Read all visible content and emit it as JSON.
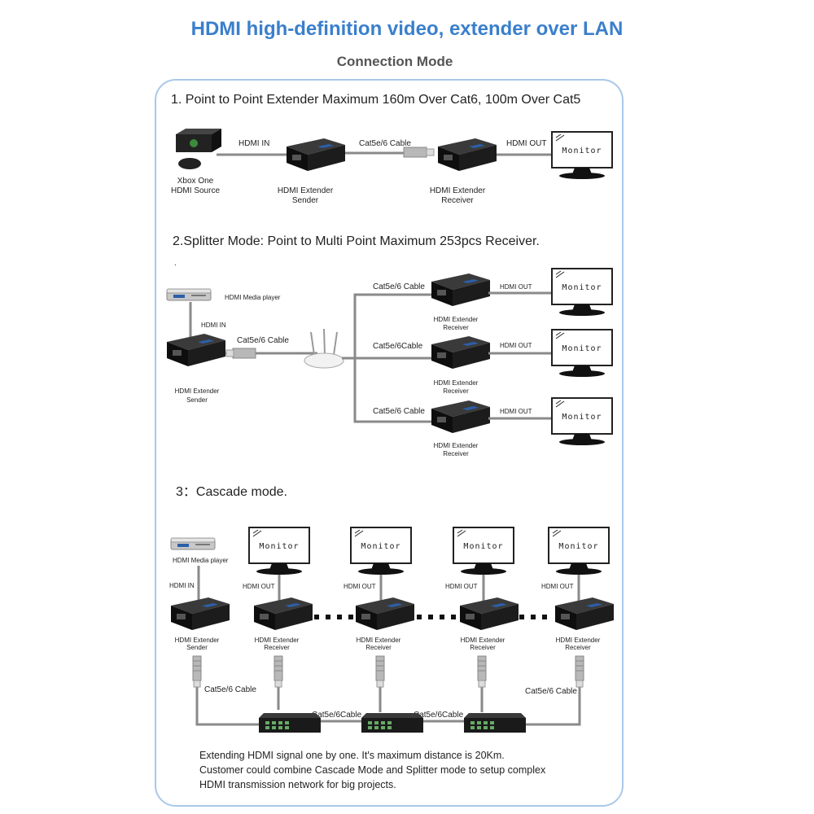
{
  "header": {
    "title": "HDMI high-definition video, extender over LAN",
    "subtitle": "Connection Mode"
  },
  "mode1": {
    "heading": "1. Point to Point Extender Maximum 160m Over Cat6, 100m Over Cat5",
    "source_label_1": "Xbox One",
    "source_label_2": "HDMI Source",
    "hdmi_in": "HDMI IN",
    "cable": "Cat5e/6 Cable",
    "hdmi_out": "HDMI OUT",
    "sender_1": "HDMI Extender",
    "sender_2": "Sender",
    "receiver_1": "HDMI Extender",
    "receiver_2": "Receiver",
    "monitor": "Monitor"
  },
  "mode2": {
    "heading": "2.Splitter Mode:  Point to Multi Point  Maximum 253pcs Receiver.",
    "dot": ".",
    "player": "HDMI Media player",
    "hdmi_in": "HDMI IN",
    "cable_main": "Cat5e/6 Cable",
    "sender_1": "HDMI Extender",
    "sender_2": "Sender",
    "branches": [
      {
        "cable": "Cat5e/6 Cable",
        "hdmi_out": "HDMI OUT",
        "receiver_1": "HDMI Extender",
        "receiver_2": "Receiver",
        "monitor": "Monitor"
      },
      {
        "cable": "Cat5e/6Cable",
        "hdmi_out": "HDMI OUT",
        "receiver_1": "HDMI Extender",
        "receiver_2": "Receiver",
        "monitor": "Monitor"
      },
      {
        "cable": "Cat5e/6 Cable",
        "hdmi_out": "HDMI OUT",
        "receiver_1": "HDMI Extender",
        "receiver_2": "Receiver",
        "monitor": "Monitor"
      }
    ]
  },
  "mode3": {
    "heading": "3：Cascade mode.",
    "player": "HDMI Media player",
    "hdmi_in": "HDMI IN",
    "sender_1": "HDMI Extender",
    "sender_2": "Sender",
    "receivers": [
      {
        "hdmi_out": "HDMI OUT",
        "receiver_1": "HDMI Extender",
        "receiver_2": "Receiver",
        "monitor": "Monitor"
      },
      {
        "hdmi_out": "HDMI OUT",
        "receiver_1": "HDMI Extender",
        "receiver_2": "Receiver",
        "monitor": "Monitor"
      },
      {
        "hdmi_out": "HDMI OUT",
        "receiver_1": "HDMI Extender",
        "receiver_2": "Receiver",
        "monitor": "Monitor"
      },
      {
        "hdmi_out": "HDMI OUT",
        "receiver_1": "HDMI Extender",
        "receiver_2": "Receiver",
        "monitor": "Monitor"
      }
    ],
    "cable_left": "Cat5e/6 Cable",
    "cable_mid1": "Cat5e/6Cable",
    "cable_mid2": "Cat5e/6Cable",
    "cable_right": "Cat5e/6 Cable",
    "note_1": "Extending HDMI signal one by one. It's maximum distance is 20Km.",
    "note_2": "Customer could combine Cascade Mode and Splitter mode to setup complex",
    "note_3": "HDMI transmission network for big projects."
  },
  "colors": {
    "title": "#3a7fcc",
    "panel_border": "#a9c8e8",
    "device": "#1c1c1c",
    "cable": "#8a8a8a"
  }
}
